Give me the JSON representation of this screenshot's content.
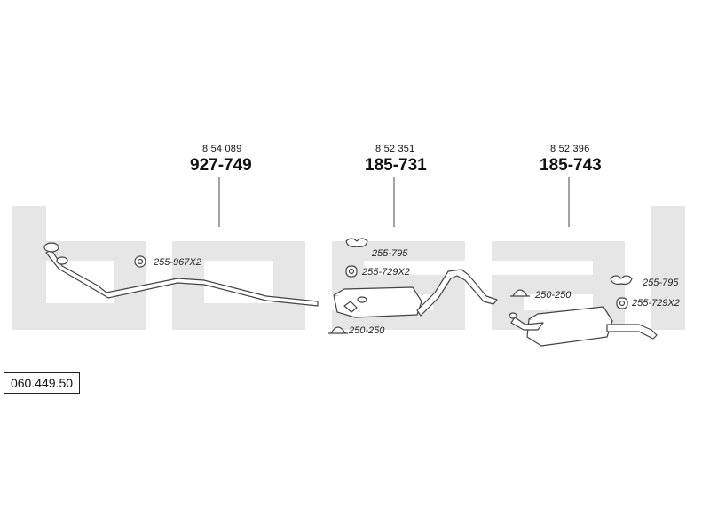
{
  "background_logo_text": "bosal",
  "catalog_number": "060.449.50",
  "parts": [
    {
      "ref": "8 54 089",
      "number": "927-749"
    },
    {
      "ref": "8 52 351",
      "number": "185-731"
    },
    {
      "ref": "8 52 396",
      "number": "185-743"
    }
  ],
  "accessories": {
    "a1": "255-967X2",
    "a2": "255-795",
    "a3": "255-729X2",
    "a4": "250-250",
    "a5": "250-250",
    "a6": "255-795",
    "a7": "255-729X2"
  },
  "colors": {
    "logo": "#e6e6e6",
    "line": "#444444",
    "part_fill": "#ffffff"
  }
}
